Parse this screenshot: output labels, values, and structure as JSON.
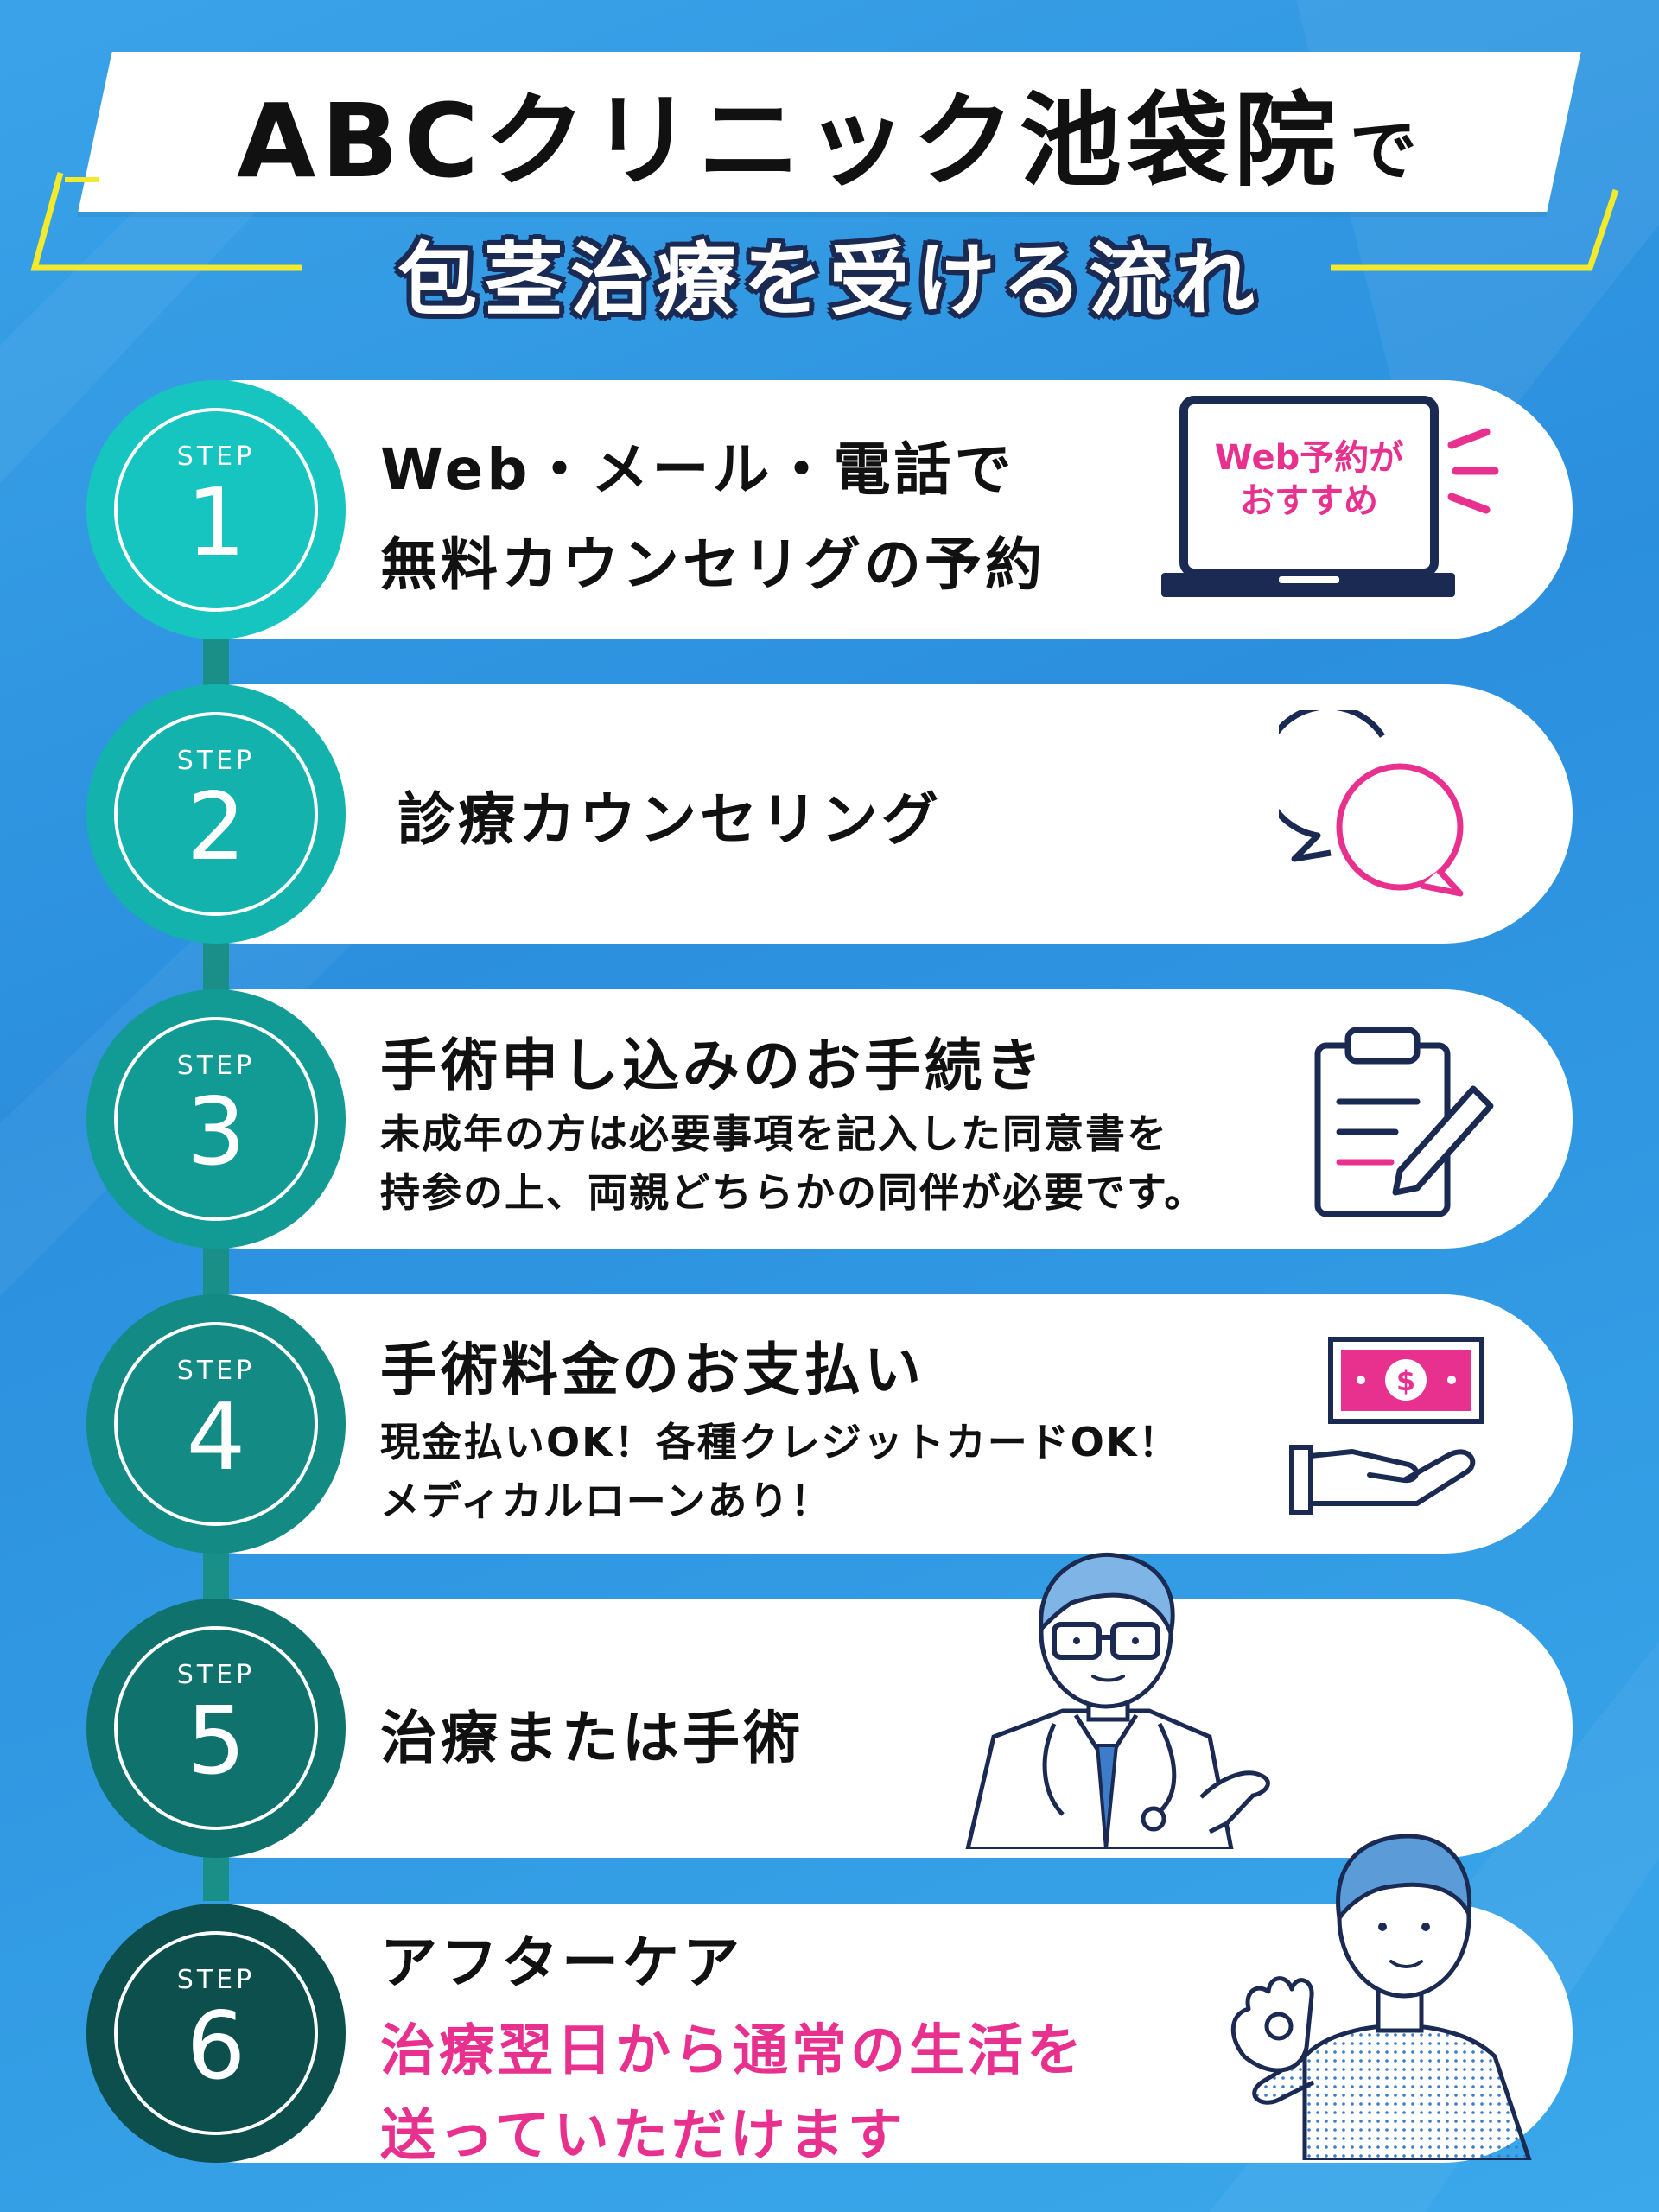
{
  "header": {
    "title_main": "ABCクリニック池袋院",
    "title_suffix": "で",
    "subtitle": "包茎治療を受ける流れ"
  },
  "colors": {
    "background": "#2b8fde",
    "accent_yellow": "#f3ea2c",
    "accent_pink": "#e8308e",
    "navy": "#1a2a52"
  },
  "steps": [
    {
      "label": "STEP",
      "number": "1",
      "color": "#17c5c0",
      "title_line1": "Web・メール・電話で",
      "title_line2": "無料カウンセリグの予約",
      "icon": "laptop-icon",
      "badge_line1": "Web予約が",
      "badge_line2": "おすすめ"
    },
    {
      "label": "STEP",
      "number": "2",
      "color": "#13b2ad",
      "title": "診療カウンセリング",
      "icon": "chat-bubbles-icon"
    },
    {
      "label": "STEP",
      "number": "3",
      "color": "#129a94",
      "title": "手術申し込みのお手続き",
      "desc_line1": "未成年の方は必要事項を記入した同意書を",
      "desc_line2": "持参の上、両親どちらかの同伴が必要です。",
      "icon": "clipboard-pen-icon"
    },
    {
      "label": "STEP",
      "number": "4",
      "color": "#138a84",
      "title": "手術料金のお支払い",
      "desc_line1": "現金払いOK！各種クレジットカードOK！",
      "desc_line2": "メディカルローンあり！",
      "icon": "money-hand-icon"
    },
    {
      "label": "STEP",
      "number": "5",
      "color": "#0f726d",
      "title": "治療または手術",
      "icon": "doctor-illustration"
    },
    {
      "label": "STEP",
      "number": "6",
      "color": "#0c4f4c",
      "title": "アフターケア",
      "highlight_line1": "治療翌日から通常の生活を",
      "highlight_line2": "送っていただけます",
      "icon": "patient-ok-illustration"
    }
  ]
}
